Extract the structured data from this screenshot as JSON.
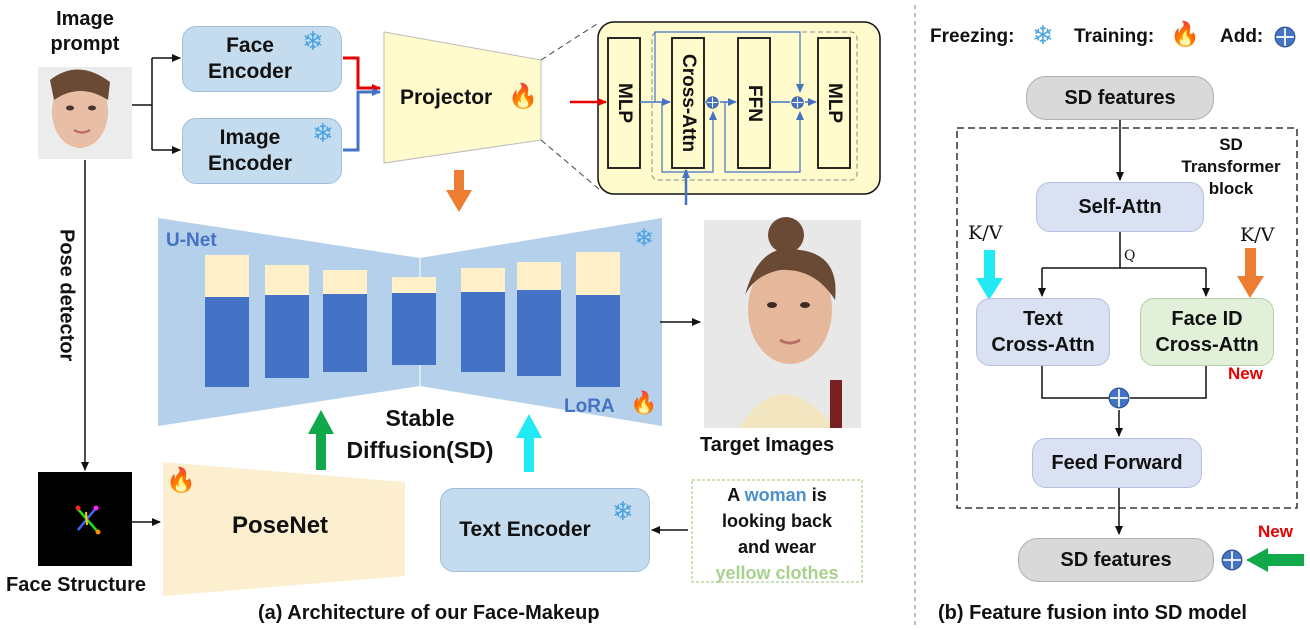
{
  "left": {
    "image_prompt_label": "Image\nprompt",
    "face_encoder": "Face\nEncoder",
    "image_encoder": "Image\nEncoder",
    "projector": "Projector",
    "mlp_left": "MLP",
    "cross_attn": "Cross-Attn",
    "ffn": "FFN",
    "mlp_right": "MLP",
    "unet_label": "U-Net",
    "lora_label": "LoRA",
    "stable_diffusion": "Stable\nDiffusion(SD)",
    "target_images": "Target Images",
    "pose_detector": "Pose detector",
    "face_structure": "Face Structure",
    "posenet": "PoseNet",
    "text_encoder": "Text Encoder",
    "prompt_text": {
      "a": "A",
      "woman": "woman",
      "is": "is",
      "line2": "looking back",
      "line3": "and wear",
      "line4": "yellow clothes"
    },
    "caption": "(a) Architecture of our Face-Makeup"
  },
  "right": {
    "legend": {
      "freezing": "Freezing:",
      "training": "Training:",
      "add": "Add:"
    },
    "sd_features_top": "SD  features",
    "block_label": "SD\nTransformer\nblock",
    "self_attn": "Self-Attn",
    "kv_left": "K/V",
    "kv_right": "K/V",
    "q": "Q",
    "text_cross_attn": "Text\nCross-Attn",
    "faceid_cross_attn": "Face ID\nCross-Attn",
    "new_1": "New",
    "feed_forward": "Feed Forward",
    "sd_features_bottom": "SD  features",
    "new_2": "New",
    "caption": "(b) Feature fusion into SD model"
  },
  "colors": {
    "encoder_blue": "#c5dcef",
    "projector_yellow": "#fffbcc",
    "unet_blue": "#b4d0ea",
    "bar_blue": "#4472c4",
    "bar_cream": "#fff0c9",
    "posenet_bg": "#fcefd0",
    "arrow_orange": "#ed7d31",
    "arrow_green": "#11a84a",
    "arrow_cyan": "#22eaf4",
    "new_red": "#e60000",
    "text_blue": "#4a8fd0",
    "text_green": "#a9d18e"
  },
  "icons": [
    "snowflake-icon",
    "fire-icon",
    "add-icon"
  ]
}
